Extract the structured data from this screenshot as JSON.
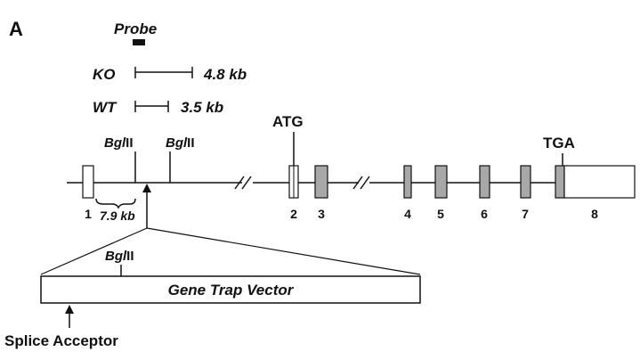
{
  "panel_label": "A",
  "probe_label": "Probe",
  "ko": {
    "label": "KO",
    "size": "4.8 kb"
  },
  "wt": {
    "label": "WT",
    "size": "3.5 kb"
  },
  "atg_label": "ATG",
  "tga_label": "TGA",
  "bgl_site_1": {
    "italic": "Bgl",
    "rest": "II"
  },
  "bgl_site_2": {
    "italic": "Bgl",
    "rest": "II"
  },
  "bgl_site_vector": {
    "italic": "Bgl",
    "rest": "II"
  },
  "exons": [
    {
      "number": "1",
      "fill": "#ffffff"
    },
    {
      "number": "2",
      "fill": "#ffffff"
    },
    {
      "number": "3",
      "fill": "#a8a8a8"
    },
    {
      "number": "4",
      "fill": "#a8a8a8"
    },
    {
      "number": "5",
      "fill": "#a8a8a8"
    },
    {
      "number": "6",
      "fill": "#a8a8a8"
    },
    {
      "number": "7",
      "fill": "#a8a8a8"
    },
    {
      "number": "8",
      "fill": "#ffffff"
    }
  ],
  "distance_label": "7.9 kb",
  "vector_label": "Gene Trap Vector",
  "splice_acceptor_label": "Splice Acceptor"
}
